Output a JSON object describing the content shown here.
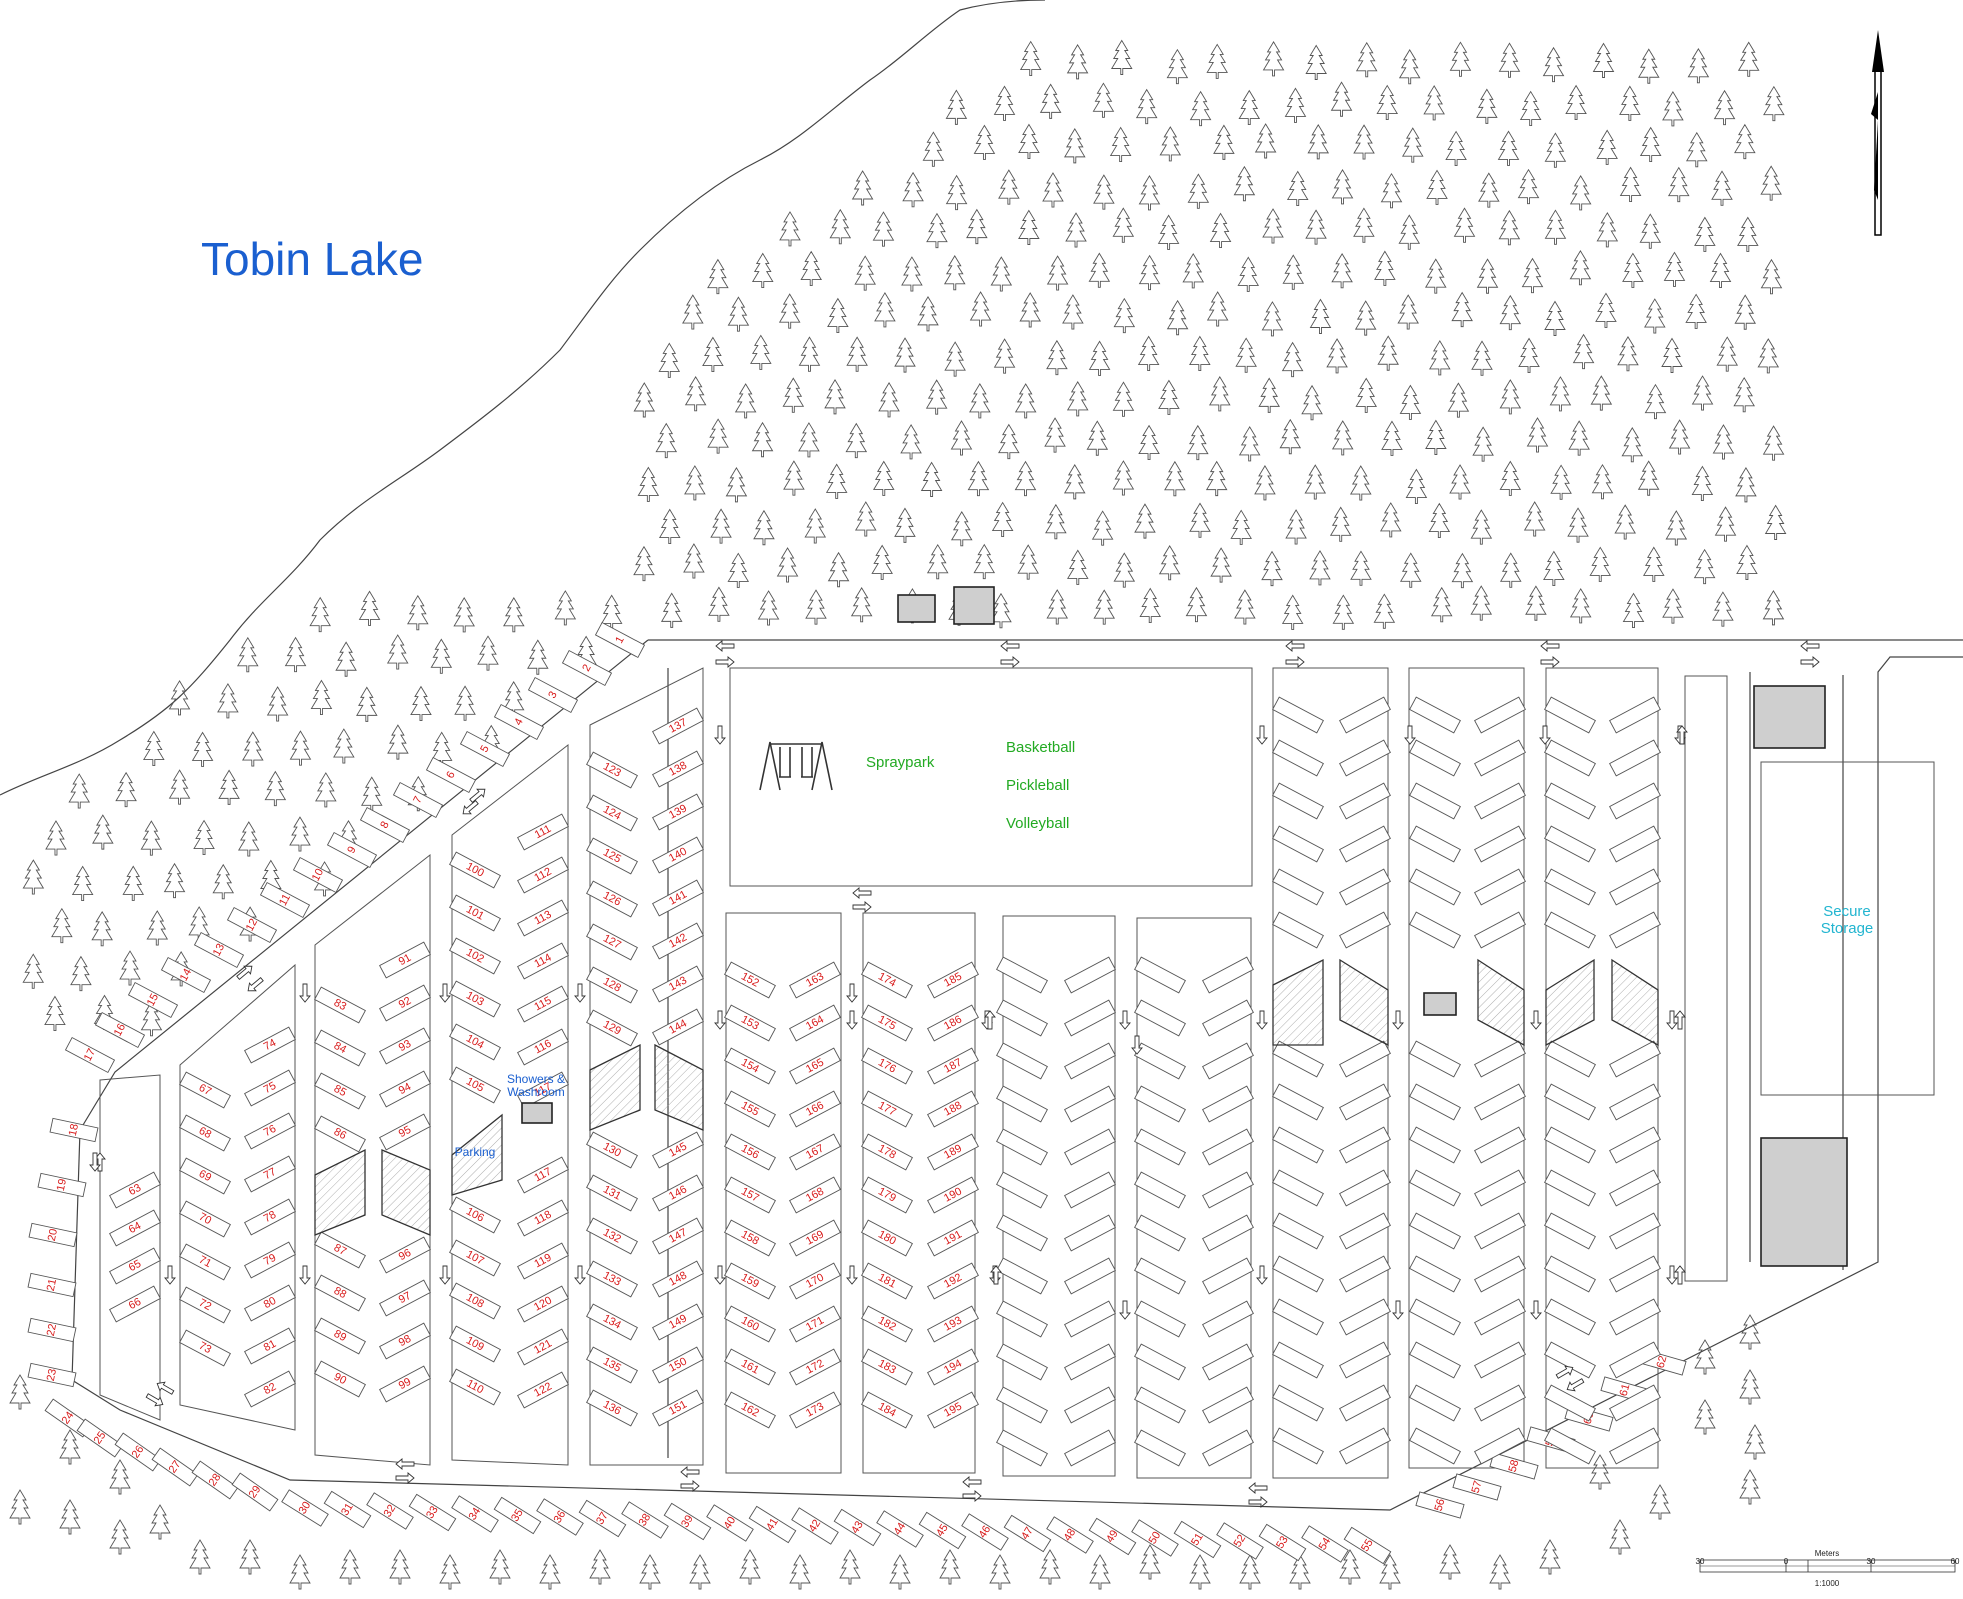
{
  "map": {
    "lake_name": "Tobin Lake",
    "amenities": {
      "spraypark": "Spraypark",
      "basketball": "Basketball",
      "pickleball": "Pickleball",
      "volleyball": "Volleyball"
    },
    "showers_line1": "Showers &",
    "showers_line2": "Washroom",
    "parking": "Parking",
    "storage_line1": "Secure",
    "storage_line2": "Storage",
    "scale": {
      "unit": "Meters",
      "ticks": [
        "30",
        "0",
        "30",
        "60"
      ],
      "ratio": "1:1000"
    },
    "site_number_range": [
      1,
      195
    ],
    "icons": {
      "north_arrow": "north-arrow-icon",
      "tree": "tree-icon",
      "traffic_arrow": "traffic-arrow-icon",
      "swing_set": "swing-set-icon"
    },
    "colors": {
      "lake_label": "#1a5fd0",
      "amenity_label": "#22aa22",
      "site_number": "#d81b1b",
      "storage_label": "#22b5d0"
    }
  }
}
